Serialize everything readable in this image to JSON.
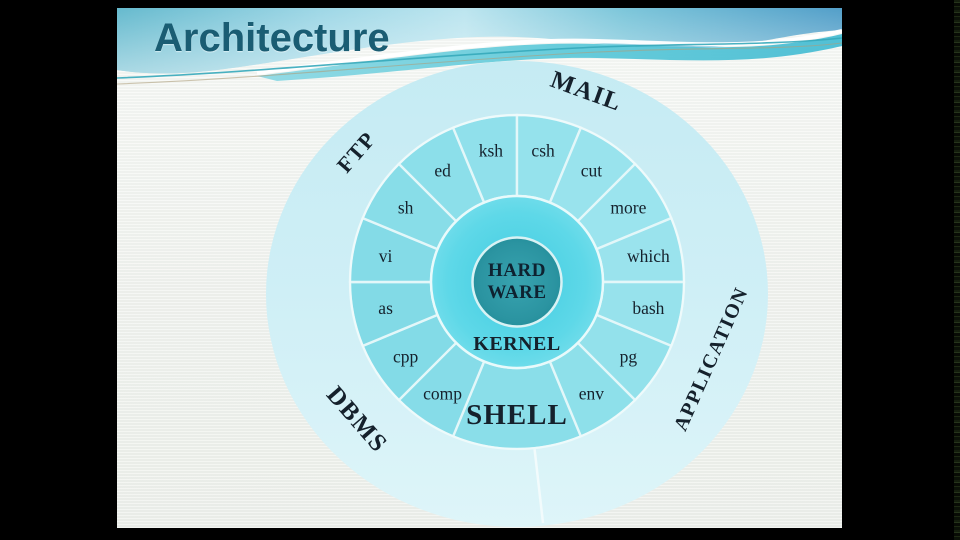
{
  "slide": {
    "title": "Architecture"
  },
  "colors": {
    "title_color": "#1a5d73",
    "header_blue": "#5aa9cd",
    "header_swoosh_teal": "#5ec9d9",
    "outer_ring": "#cdeef5",
    "middle_ring": "#88dde9",
    "kernel_ring": "#5ed8e8",
    "hardware_core": "#2c95a2",
    "diagram_text": "#15212c",
    "divider_line": "#e3f7f9"
  },
  "diagram": {
    "center_label_line1": "HARD",
    "center_label_line2": "WARE",
    "kernel_label": "KERNEL",
    "outer_labels": [
      {
        "text": "MAIL",
        "angle": 290,
        "radius": 204,
        "rotation": 20,
        "size": 25
      },
      {
        "text": "FTP",
        "angle": 219,
        "radius": 207,
        "rotation": -49,
        "size": 22
      },
      {
        "text": "DBMS",
        "angle": 139.3,
        "radius": 210,
        "rotation": 49,
        "size": 25
      },
      {
        "text": "APPLICATION",
        "angle": 21.6,
        "radius": 208,
        "rotation": -66,
        "size": 20
      }
    ],
    "segments": [
      {
        "label": "SHELL",
        "a1": 67.5,
        "a2": 112.5,
        "fill": "#8adee9",
        "major": true
      },
      {
        "label": "comp",
        "a1": 112.5,
        "a2": 135,
        "fill": "#86dce8"
      },
      {
        "label": "cpp",
        "a1": 135,
        "a2": 157.5,
        "fill": "#83dbe7"
      },
      {
        "label": "as",
        "a1": 157.5,
        "a2": 180,
        "fill": "#82dae6"
      },
      {
        "label": "vi",
        "a1": 180,
        "a2": 202.5,
        "fill": "#84dbe7"
      },
      {
        "label": "sh",
        "a1": 202.5,
        "a2": 225,
        "fill": "#88dde8"
      },
      {
        "label": "ed",
        "a1": 225,
        "a2": 247.5,
        "fill": "#8cdfea"
      },
      {
        "label": "ksh",
        "a1": 247.5,
        "a2": 270,
        "fill": "#90e0eb"
      },
      {
        "label": "csh",
        "a1": 270,
        "a2": 292.5,
        "fill": "#95e2ec"
      },
      {
        "label": "cut",
        "a1": 292.5,
        "a2": 315,
        "fill": "#99e3ed"
      },
      {
        "label": "more",
        "a1": 315,
        "a2": 337.5,
        "fill": "#9be4ee"
      },
      {
        "label": "which",
        "a1": 337.5,
        "a2": 360,
        "fill": "#9ae3ed"
      },
      {
        "label": "bash",
        "a1": 0,
        "a2": 22.5,
        "fill": "#97e2ec"
      },
      {
        "label": "pg",
        "a1": 22.5,
        "a2": 45,
        "fill": "#93e1eb"
      },
      {
        "label": "env",
        "a1": 45,
        "a2": 67.5,
        "fill": "#8ee0ea"
      }
    ]
  }
}
